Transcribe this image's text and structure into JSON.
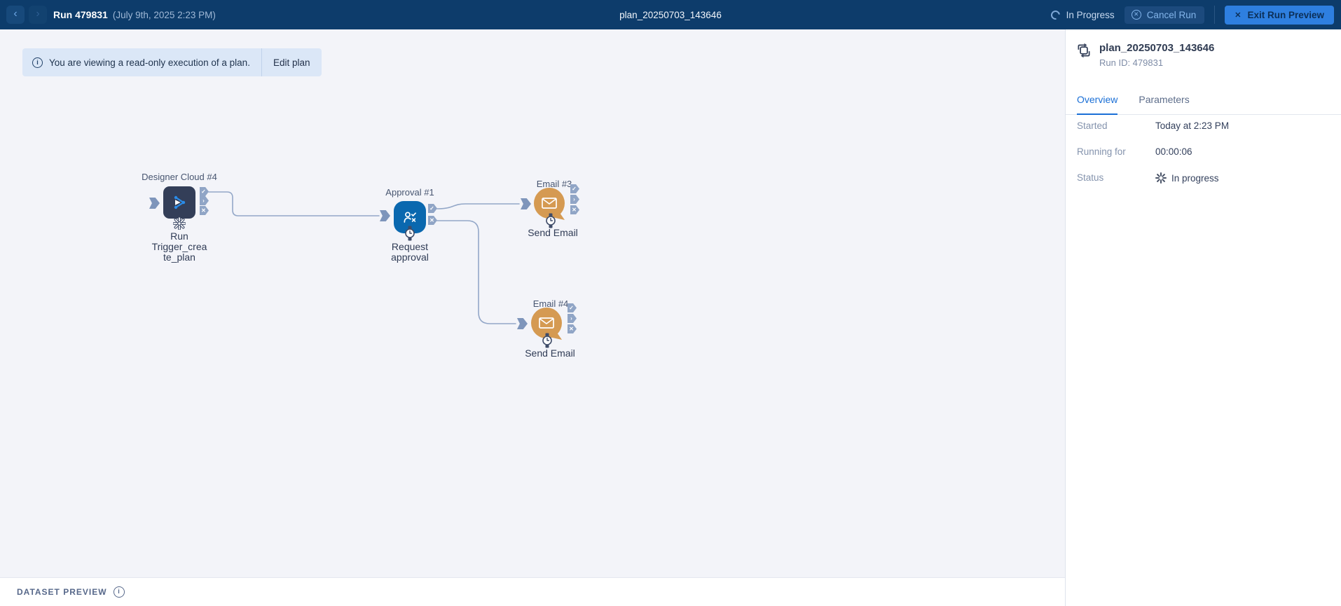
{
  "topbar": {
    "back_glyph": "‹",
    "forward_glyph": "›",
    "run_title": "Run 479831",
    "run_subtitle": "(July 9th, 2025 2:23 PM)",
    "plan_title": "plan_20250703_143646",
    "status_label": "In Progress",
    "cancel_label": "Cancel Run",
    "exit_label": "Exit Run Preview"
  },
  "banner": {
    "message": "You are viewing a read-only execution of a plan.",
    "action_label": "Edit plan"
  },
  "flow": {
    "nodes": [
      {
        "title": "Designer Cloud #4",
        "type": "designer-cloud",
        "caption_lines": [
          "Run",
          "Trigger_crea",
          "te_plan"
        ],
        "status": "running"
      },
      {
        "title": "Approval #1",
        "type": "approval",
        "caption_lines": [
          "Request",
          "approval"
        ],
        "badge": "clock"
      },
      {
        "title": "Email #3",
        "type": "email",
        "caption_lines": [
          "Send Email"
        ],
        "badge": "clock"
      },
      {
        "title": "Email #4",
        "type": "email",
        "caption_lines": [
          "Send Email"
        ],
        "badge": "clock"
      }
    ]
  },
  "panel": {
    "title": "plan_20250703_143646",
    "run_id": "Run ID: 479831",
    "tabs": {
      "overview": "Overview",
      "parameters": "Parameters"
    },
    "rows": {
      "started_label": "Started",
      "started_value": "Today at 2:23 PM",
      "running_label": "Running for",
      "running_value": "00:00:06",
      "status_label": "Status",
      "status_value": "In progress"
    }
  },
  "footer": {
    "label": "DATASET PREVIEW"
  },
  "icons": {
    "check": "✓",
    "chevron": "›",
    "cross": "✕",
    "close": "✕",
    "info": "i"
  },
  "colors": {
    "topbar_bg": "#0d3c6b",
    "accent_blue": "#2e7fe0",
    "canvas_bg": "#f3f4f9",
    "designer_node": "#333e58",
    "approval_node": "#0a68af",
    "email_node": "#d59a52",
    "connector": "#90a5c6",
    "banner_bg": "#dbe7f7",
    "tab_active": "#1a6fd6"
  }
}
